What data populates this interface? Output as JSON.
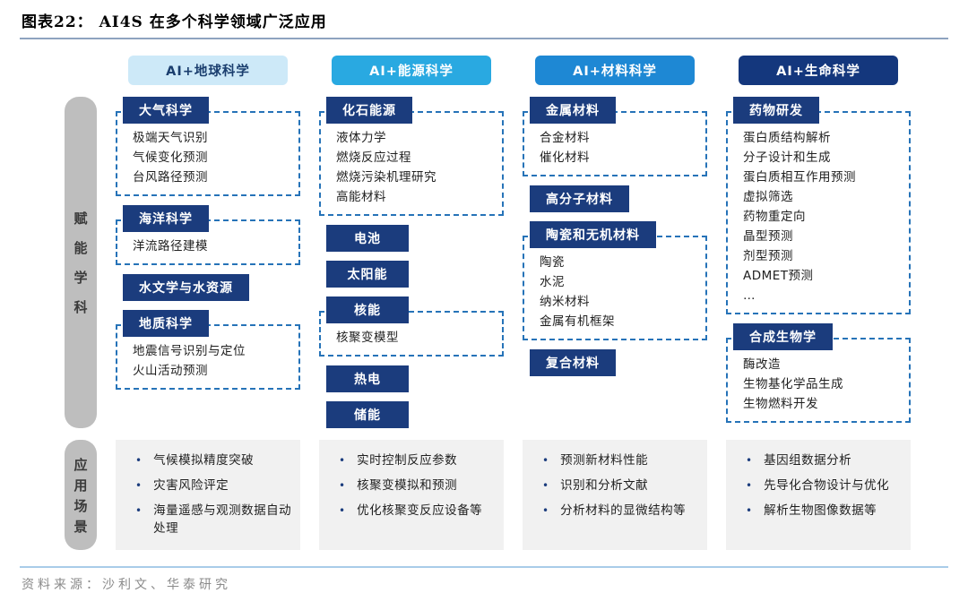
{
  "title": "图表22：  AI4S 在多个科学领域广泛应用",
  "left_rail": {
    "disciplines_label": "赋能学科",
    "scenarios_label": "应用场景"
  },
  "icons": {
    "bullet": "•"
  },
  "colors": {
    "group_box": "#1B3C7D",
    "dashed_border": "#2673B8",
    "rail_bg": "#BEBEBE",
    "scenario_bg": "#F1F1F1",
    "bullet": "#1B3C7D",
    "title_rule": "#8EA3BF",
    "footer_rule": "#A9CCE9"
  },
  "columns": [
    {
      "id": "earth-science",
      "header": {
        "label": "AI+地球科学",
        "bg": "#CDE9F8",
        "fg": "#1A3E6E"
      },
      "groups": [
        {
          "label": "大气科学",
          "items": [
            "极端天气识别",
            "气候变化预测",
            "台风路径预测"
          ]
        },
        {
          "label": "海洋科学",
          "items": [
            "洋流路径建模"
          ]
        },
        {
          "label": "水文学与水资源",
          "items": []
        },
        {
          "label": "地质科学",
          "items": [
            "地震信号识别与定位",
            "火山活动预测"
          ]
        }
      ],
      "scenarios": [
        "气候模拟精度突破",
        "灾害风险评定",
        "海量遥感与观测数据自动处理"
      ]
    },
    {
      "id": "energy-science",
      "header": {
        "label": "AI+能源科学",
        "bg": "#29A9E1",
        "fg": "#FFFFFF"
      },
      "groups": [
        {
          "label": "化石能源",
          "items": [
            "液体力学",
            "燃烧反应过程",
            "燃烧污染机理研究",
            "高能材料"
          ]
        },
        {
          "label": "电池",
          "items": []
        },
        {
          "label": "太阳能",
          "items": []
        },
        {
          "label": "核能",
          "items": [
            "核聚变模型"
          ]
        },
        {
          "label": "热电",
          "items": []
        },
        {
          "label": "储能",
          "items": []
        }
      ],
      "scenarios": [
        "实时控制反应参数",
        "核聚变模拟和预测",
        "优化核聚变反应设备等"
      ]
    },
    {
      "id": "materials-science",
      "header": {
        "label": "AI+材料科学",
        "bg": "#1E88D4",
        "fg": "#FFFFFF"
      },
      "groups": [
        {
          "label": "金属材料",
          "items": [
            "合金材料",
            "催化材料"
          ]
        },
        {
          "label": "高分子材料",
          "items": []
        },
        {
          "label": "陶瓷和无机材料",
          "items": [
            "陶瓷",
            "水泥",
            "纳米材料",
            "金属有机框架"
          ]
        },
        {
          "label": "复合材料",
          "items": []
        }
      ],
      "scenarios": [
        "预测新材料性能",
        "识别和分析文献",
        "分析材料的显微结构等"
      ]
    },
    {
      "id": "life-science",
      "header": {
        "label": "AI+生命科学",
        "bg": "#14377D",
        "fg": "#FFFFFF"
      },
      "groups": [
        {
          "label": "药物研发",
          "items": [
            "蛋白质结构解析",
            "分子设计和生成",
            "蛋白质相互作用预测",
            "虚拟筛选",
            "药物重定向",
            "晶型预测",
            "剂型预测",
            "ADMET预测",
            "…"
          ]
        },
        {
          "label": "合成生物学",
          "items": [
            "酶改造",
            "生物基化学品生成",
            "生物燃料开发"
          ]
        }
      ],
      "scenarios": [
        "基因组数据分析",
        "先导化合物设计与优化",
        "解析生物图像数据等"
      ]
    }
  ],
  "footer": {
    "source": "资料来源：沙利文、华泰研究"
  }
}
